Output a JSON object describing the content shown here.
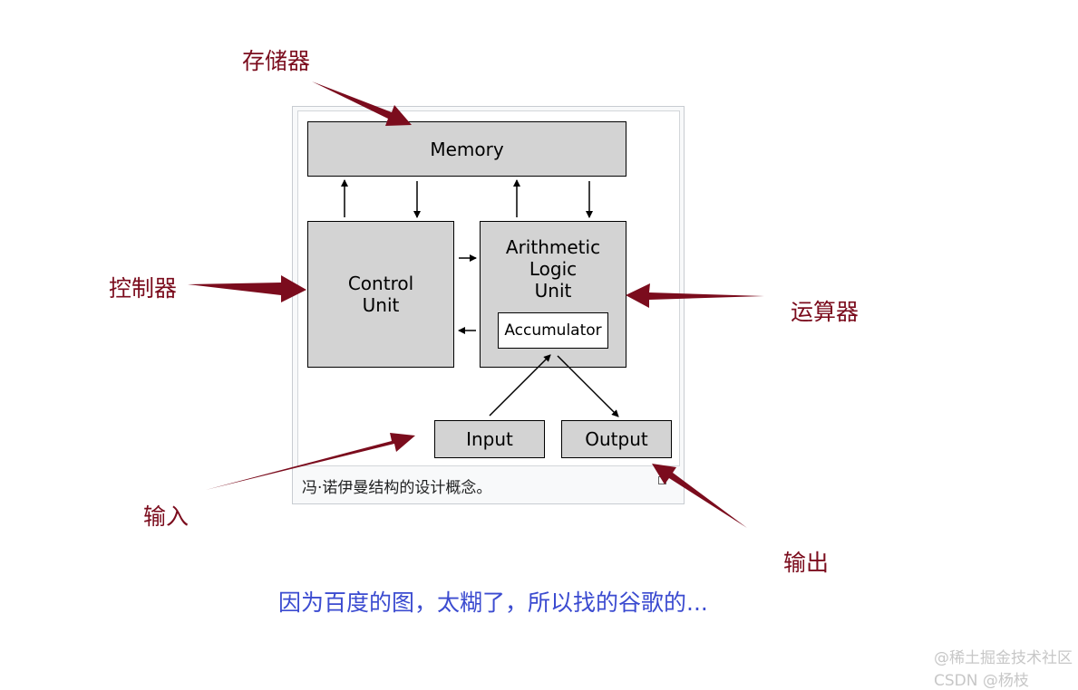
{
  "diagram": {
    "memory_label": "Memory",
    "control_unit_label": "Control\nUnit",
    "alu_label": "Arithmetic\nLogic\nUnit",
    "accumulator_label": "Accumulator",
    "input_label": "Input",
    "output_label": "Output",
    "caption": "冯·诺伊曼结构的设计概念。"
  },
  "annotations": {
    "storage": "存储器",
    "controller": "控制器",
    "alu": "运算器",
    "input": "输入",
    "output": "输出",
    "color": "#7b0c1d"
  },
  "note": {
    "text": "因为百度的图，太糊了，所以找的谷歌的...",
    "color": "#3b4bd0"
  },
  "watermark": "@稀土掘金技术社区 CSDN @杨枝"
}
